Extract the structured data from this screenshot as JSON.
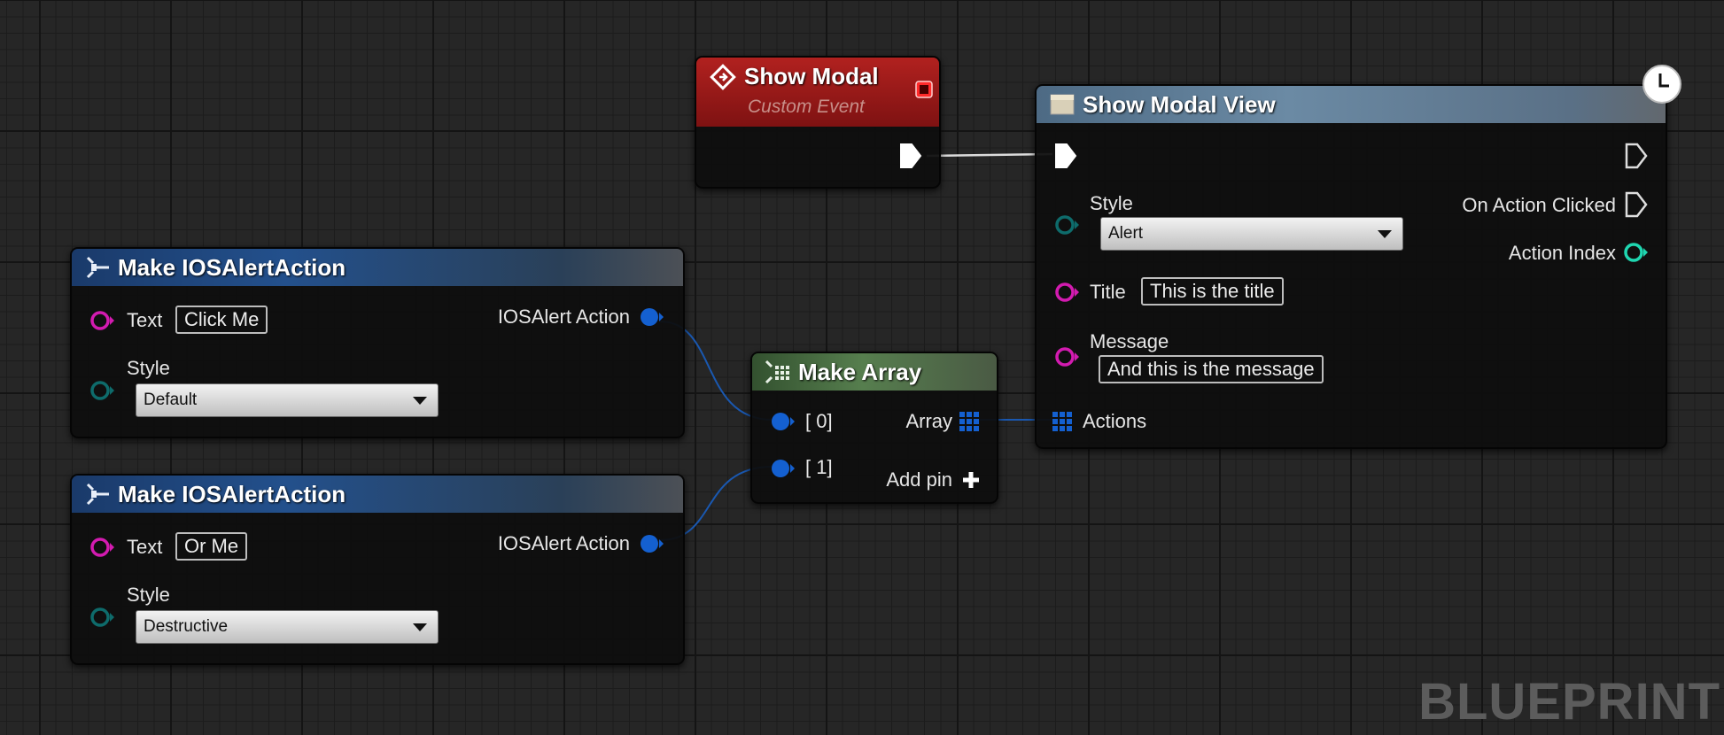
{
  "nodes": {
    "show_modal": {
      "title": "Show Modal",
      "subtitle": "Custom Event"
    },
    "make_action_1": {
      "title": "Make IOSAlertAction",
      "text_label": "Text",
      "text_value": "Click Me",
      "style_label": "Style",
      "style_value": "Default",
      "output_label": "IOSAlert Action"
    },
    "make_action_2": {
      "title": "Make IOSAlertAction",
      "text_label": "Text",
      "text_value": "Or Me",
      "style_label": "Style",
      "style_value": "Destructive",
      "output_label": "IOSAlert Action"
    },
    "make_array": {
      "title": "Make Array",
      "input_0": "[ 0]",
      "input_1": "[ 1]",
      "output_label": "Array",
      "add_pin_label": "Add pin"
    },
    "show_modal_view": {
      "title": "Show Modal View",
      "style_label": "Style",
      "style_value": "Alert",
      "title_label": "Title",
      "title_value": "This is the title",
      "message_label": "Message",
      "message_value": "And this is the message",
      "actions_label": "Actions",
      "on_action_clicked_label": "On Action Clicked",
      "action_index_label": "Action Index"
    }
  },
  "watermark": "BLUEPRINT",
  "colors": {
    "exec": "#ffffff",
    "text_pin": "#d31bb0",
    "enum_pin": "#0e6b6b",
    "struct_pin": "#1460d0",
    "int_pin": "#1fd6b0",
    "wire_blue": "#1a58b0"
  }
}
